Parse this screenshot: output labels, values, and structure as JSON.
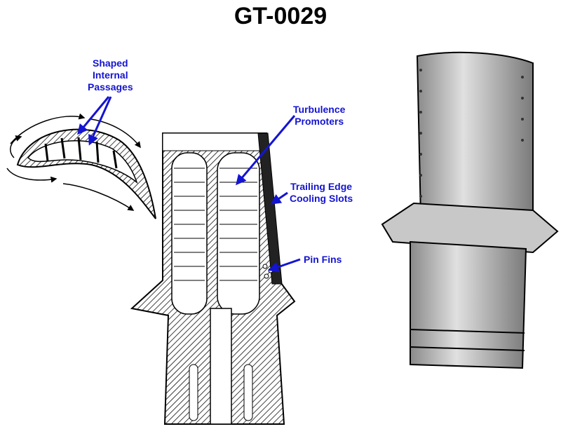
{
  "title": "GT-0029",
  "labels": {
    "shaped_internal_passages": [
      "Shaped",
      "Internal",
      "Passages"
    ],
    "turbulence_promoters": [
      "Turbulence",
      "Promoters"
    ],
    "trailing_edge_cooling_slots": [
      "Trailing Edge",
      "Cooling Slots"
    ],
    "pin_fins": "Pin Fins"
  },
  "colors": {
    "label": "#1414d2",
    "outline": "#000000",
    "metal": "#b8b8b8"
  }
}
